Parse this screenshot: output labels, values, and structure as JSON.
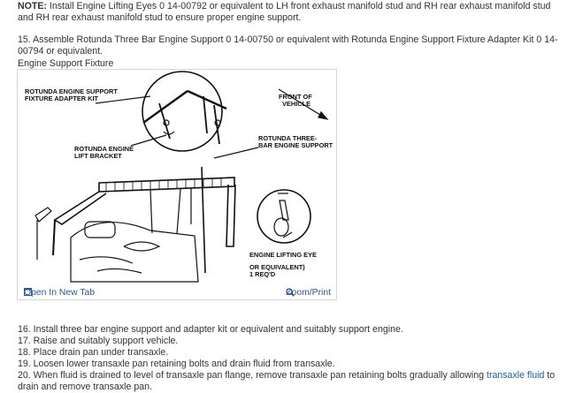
{
  "note": {
    "label": "NOTE:",
    "text": " Install Engine Lifting Eyes 0 14-00792 or equivalent to LH front exhaust manifold stud and RH rear exhaust manifold stud and RH rear exhaust manifold stud to ensure proper engine support."
  },
  "step15": "15. Assemble Rotunda Three Bar Engine Support 0 14-00750 or equivalent with Rotunda Engine Support Fixture Adapter Kit 0 14-00794 or equivalent.",
  "figure": {
    "caption": "Engine Support Fixture",
    "labels": {
      "adapter_kit_1": "ROTUNDA ENGINE SUPPORT",
      "adapter_kit_2": "FIXTURE ADAPTER KIT",
      "front_1": "FRONT OF",
      "front_2": "VEHICLE",
      "lift_bracket_1": "ROTUNDA ENGINE",
      "lift_bracket_2": "LIFT BRACKET",
      "three_bar_1": "ROTUNDA THREE-",
      "three_bar_2": "BAR ENGINE SUPPORT",
      "lifting_eye": "ENGINE LIFTING EYE",
      "or_equiv": "OR EQUIVALENT)",
      "reqd": "1 REQ'D"
    },
    "open_label": "Open In New Tab",
    "zoom_label": "Zoom/Print",
    "open_icon": "open-in-new-tab-icon",
    "zoom_icon": "magnifier-icon"
  },
  "steps": {
    "s16": "16. Install three bar engine support and adapter kit or equivalent and suitably support engine.",
    "s17": "17. Raise and suitably support vehicle.",
    "s18": "18. Place drain pan under transaxle.",
    "s19": "19. Loosen lower transaxle pan retaining bolts and drain fluid from transaxle.",
    "s20_before": "20. When fluid is drained to level of transaxle pan flange, remove transaxle pan retaining bolts gradually allowing ",
    "s20_link": "transaxle fluid",
    "s20_after": " to drain and remove transaxle pan."
  },
  "colors": {
    "link": "#1f5fa8",
    "text": "#333333"
  }
}
